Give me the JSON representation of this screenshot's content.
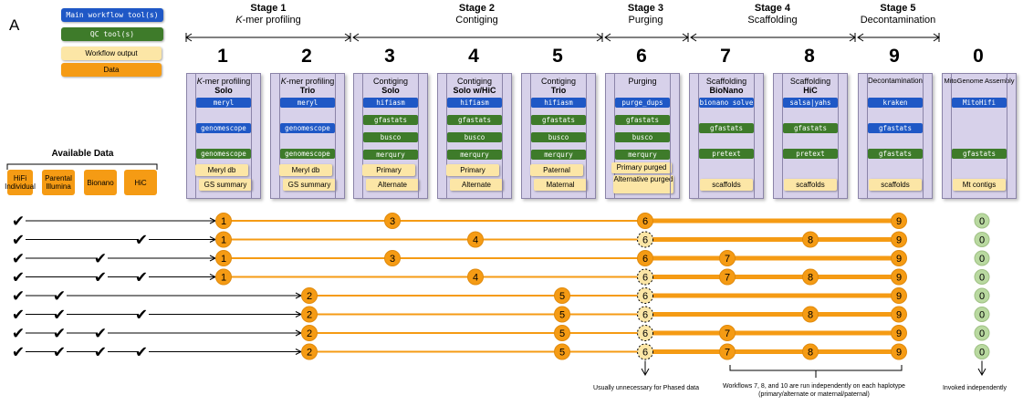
{
  "panel_letter": "A",
  "legend": {
    "main_tool": "Main workflow tool(s)",
    "qc_tool": "QC tool(s)",
    "workflow_output": "Workflow output",
    "data": "Data"
  },
  "colors": {
    "main_tool": "#1f58c6",
    "qc_tool": "#3e7b2a",
    "workflow_output": "#fce6a6",
    "data": "#f59b14",
    "card_bg": "#d7d1ea",
    "optional_node": "#fce6a6",
    "mito_node": "#b9d9a0"
  },
  "stages": [
    {
      "label": "Stage 1",
      "name": "K-mer profiling"
    },
    {
      "label": "Stage 2",
      "name": "Contiging"
    },
    {
      "label": "Stage 3",
      "name": "Purging"
    },
    {
      "label": "Stage 4",
      "name": "Scaffolding"
    },
    {
      "label": "Stage 5",
      "name": "Decontamination"
    }
  ],
  "workflows": [
    {
      "num": "1",
      "title_italic": "K",
      "title_rest": "-mer profiling",
      "subtitle": "Solo",
      "tools": [
        {
          "t": "main",
          "label": "meryl"
        },
        {
          "t": "main",
          "label": "genomescope"
        },
        {
          "t": "qc",
          "label": "genomescope"
        }
      ],
      "outputs": [
        "Meryl db",
        "GS summary"
      ]
    },
    {
      "num": "2",
      "title_italic": "K",
      "title_rest": "-mer profiling",
      "subtitle": "Trio",
      "tools": [
        {
          "t": "main",
          "label": "meryl"
        },
        {
          "t": "main",
          "label": "genomescope"
        },
        {
          "t": "qc",
          "label": "genomescope"
        }
      ],
      "outputs": [
        "Meryl db",
        "GS summary"
      ]
    },
    {
      "num": "3",
      "title_italic": "",
      "title_rest": "Contiging",
      "subtitle": "Solo",
      "tools": [
        {
          "t": "main",
          "label": "hifiasm"
        },
        {
          "t": "qc",
          "label": "gfastats"
        },
        {
          "t": "qc",
          "label": "busco"
        },
        {
          "t": "qc",
          "label": "merqury"
        }
      ],
      "outputs": [
        "Primary",
        "Alternate"
      ]
    },
    {
      "num": "4",
      "title_italic": "",
      "title_rest": "Contiging",
      "subtitle": "Solo w/HiC",
      "tools": [
        {
          "t": "main",
          "label": "hifiasm"
        },
        {
          "t": "qc",
          "label": "gfastats"
        },
        {
          "t": "qc",
          "label": "busco"
        },
        {
          "t": "qc",
          "label": "merqury"
        }
      ],
      "outputs": [
        "Primary",
        "Alternate"
      ]
    },
    {
      "num": "5",
      "title_italic": "",
      "title_rest": "Contiging",
      "subtitle": "Trio",
      "tools": [
        {
          "t": "main",
          "label": "hifiasm"
        },
        {
          "t": "qc",
          "label": "gfastats"
        },
        {
          "t": "qc",
          "label": "busco"
        },
        {
          "t": "qc",
          "label": "merqury"
        }
      ],
      "outputs": [
        "Paternal",
        "Maternal"
      ]
    },
    {
      "num": "6",
      "title_italic": "",
      "title_rest": "Purging",
      "subtitle": "",
      "tools": [
        {
          "t": "main",
          "label": "purge_dups"
        },
        {
          "t": "qc",
          "label": "gfastats"
        },
        {
          "t": "qc",
          "label": "busco"
        },
        {
          "t": "qc",
          "label": "merqury"
        }
      ],
      "outputs": [
        "Primary purged",
        "Alternative purged"
      ]
    },
    {
      "num": "7",
      "title_italic": "",
      "title_rest": "Scaffolding",
      "subtitle": "BioNano",
      "tools": [
        {
          "t": "main",
          "label": "bionano solve"
        },
        {
          "t": "qc",
          "label": "gfastats"
        },
        {
          "t": "qc",
          "label": "pretext"
        }
      ],
      "outputs": [
        "scaffolds"
      ]
    },
    {
      "num": "8",
      "title_italic": "",
      "title_rest": "Scaffolding",
      "subtitle": "HiC",
      "tools": [
        {
          "t": "main",
          "label": "salsa|yahs"
        },
        {
          "t": "qc",
          "label": "gfastats"
        },
        {
          "t": "qc",
          "label": "pretext"
        }
      ],
      "outputs": [
        "scaffolds"
      ]
    },
    {
      "num": "9",
      "title_italic": "",
      "title_rest": "Decontamination",
      "subtitle": "",
      "tools": [
        {
          "t": "main",
          "label": "kraken"
        },
        {
          "t": "main",
          "label": "gfastats"
        },
        {
          "t": "qc",
          "label": "gfastats"
        }
      ],
      "outputs": [
        "scaffolds"
      ]
    },
    {
      "num": "0",
      "title_italic": "",
      "title_rest": "MitoGenome Assembly",
      "subtitle": "",
      "tools": [
        {
          "t": "main",
          "label": "MitoHifi"
        },
        {
          "t": "qc",
          "label": "gfastats"
        }
      ],
      "outputs": [
        "Mt contigs"
      ]
    }
  ],
  "available_data": {
    "title": "Available Data",
    "items": [
      "HiFi Individual",
      "Parental Illumina",
      "Bionano",
      "HiC"
    ]
  },
  "check_mark": "✔",
  "paths": [
    {
      "checks": [
        true,
        false,
        false,
        false
      ],
      "nodes": [
        "1",
        "3",
        "6",
        "9"
      ],
      "opt6": false
    },
    {
      "checks": [
        true,
        false,
        false,
        true
      ],
      "nodes": [
        "1",
        "4",
        "6",
        "8",
        "9"
      ],
      "opt6": true
    },
    {
      "checks": [
        true,
        false,
        true,
        false
      ],
      "nodes": [
        "1",
        "3",
        "6",
        "7",
        "9"
      ],
      "opt6": false
    },
    {
      "checks": [
        true,
        false,
        true,
        true
      ],
      "nodes": [
        "1",
        "4",
        "6",
        "7",
        "8",
        "9"
      ],
      "opt6": true
    },
    {
      "checks": [
        true,
        true,
        false,
        false
      ],
      "nodes": [
        "2",
        "5",
        "6",
        "9"
      ],
      "opt6": true
    },
    {
      "checks": [
        true,
        true,
        false,
        true
      ],
      "nodes": [
        "2",
        "5",
        "6",
        "8",
        "9"
      ],
      "opt6": true
    },
    {
      "checks": [
        true,
        true,
        true,
        false
      ],
      "nodes": [
        "2",
        "5",
        "6",
        "7",
        "9"
      ],
      "opt6": true
    },
    {
      "checks": [
        true,
        true,
        true,
        true
      ],
      "nodes": [
        "2",
        "5",
        "6",
        "7",
        "8",
        "9"
      ],
      "opt6": true
    }
  ],
  "mito_node": "0",
  "notes": {
    "purge": "Usually unnecessary for Phased data",
    "haplotype": "Workflows 7, 8, and 10 are run independently on each haplotype (primary/alternate or maternal/paternal)",
    "mito": "Invoked independently"
  }
}
